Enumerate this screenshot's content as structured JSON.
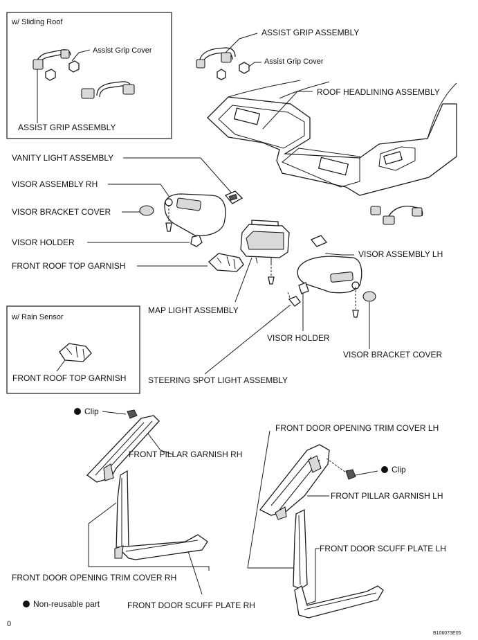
{
  "inset_sliding_roof": {
    "title": "w/ Sliding  Roof",
    "assist_grip_cover": "Assist Grip Cover",
    "assist_grip_assembly": "ASSIST GRIP ASSEMBLY"
  },
  "inset_rain_sensor": {
    "title": "w/ Rain Sensor",
    "front_roof_top_garnish": "FRONT ROOF TOP GARNISH"
  },
  "labels": {
    "assist_grip_assembly": "ASSIST GRIP ASSEMBLY",
    "assist_grip_cover": "Assist Grip Cover",
    "roof_headlining_assembly": "ROOF HEADLINING ASSEMBLY",
    "vanity_light_assembly": "VANITY LIGHT ASSEMBLY",
    "visor_assembly_rh": "VISOR ASSEMBLY RH",
    "visor_bracket_cover": "VISOR BRACKET COVER",
    "visor_holder": "VISOR HOLDER",
    "front_roof_top_garnish": "FRONT ROOF TOP GARNISH",
    "map_light_assembly": "MAP LIGHT ASSEMBLY",
    "visor_assembly_lh": "VISOR ASSEMBLY LH",
    "visor_holder_lh": "VISOR HOLDER",
    "visor_bracket_cover_lh": "VISOR BRACKET COVER",
    "steering_spot_light_assembly": "STEERING SPOT LIGHT ASSEMBLY",
    "clip_rh": "Clip",
    "front_pillar_garnish_rh": "FRONT PILLAR GARNISH RH",
    "front_door_opening_trim_cover_lh": "FRONT DOOR OPENING TRIM COVER LH",
    "clip_lh": "Clip",
    "front_pillar_garnish_lh": "FRONT PILLAR GARNISH LH",
    "front_door_scuff_plate_lh": "FRONT DOOR SCUFF PLATE LH",
    "front_door_opening_trim_cover_rh": "FRONT DOOR OPENING TRIM COVER RH",
    "front_door_scuff_plate_rh": "FRONT DOOR SCUFF PLATE RH"
  },
  "legend": {
    "non_reusable": "Non-reusable part"
  },
  "footer": {
    "page_mark": "0",
    "figure_code": "B106073E05"
  }
}
